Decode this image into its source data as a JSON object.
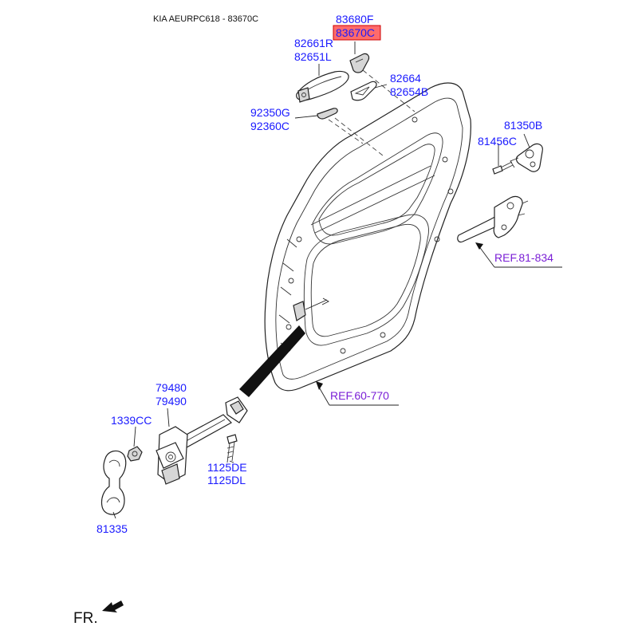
{
  "header": {
    "title": "KIA AEURPC618 - 83670C"
  },
  "colors": {
    "label": "#1a1aff",
    "ref": "#7a1fd6",
    "highlight_fill": "#ff6b6b",
    "highlight_border": "#cc0000"
  },
  "labels": {
    "p83680F": "83680F",
    "p83670C": "83670C",
    "p82661R": "82661R",
    "p82651L": "82651L",
    "p82664": "82664",
    "p82654B": "82654B",
    "p92350G": "92350G",
    "p92360C": "92360C",
    "p81350B": "81350B",
    "p81456C": "81456C",
    "p79480": "79480",
    "p79490": "79490",
    "p1339CC": "1339CC",
    "p1125DE": "1125DE",
    "p1125DL": "1125DL",
    "p81335": "81335"
  },
  "references": {
    "ref81": "REF.81-834",
    "ref60": "REF.60-770"
  },
  "direction": {
    "label": "FR."
  }
}
